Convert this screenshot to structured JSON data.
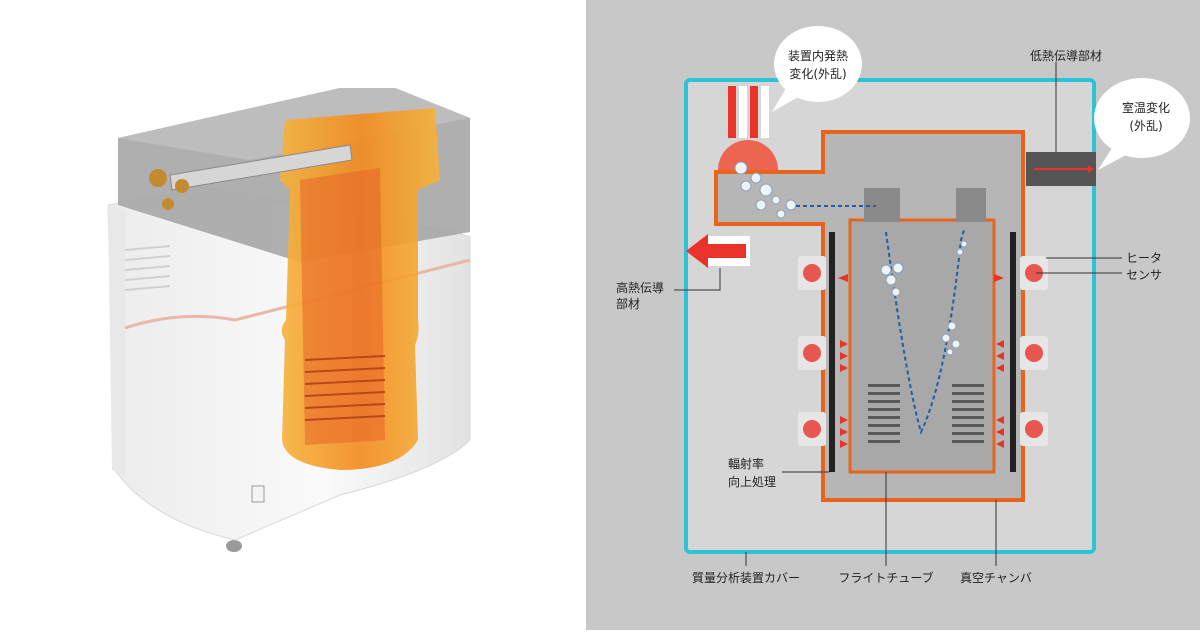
{
  "labels": {
    "internal_heat_1": "装置内発熱",
    "internal_heat_2": "変化(外乱)",
    "low_conduction": "低熱伝導部材",
    "room_temp_1": "室温変化",
    "room_temp_2": "(外乱)",
    "heater": "ヒータ",
    "sensor": "センサ",
    "high_conduction_1": "高熱伝導",
    "high_conduction_2": "部材",
    "emissivity_1": "輻射率",
    "emissivity_2": "向上処理",
    "cover": "質量分析装置カバー",
    "flight_tube": "フライトチューブ",
    "vacuum_chamber": "真空チャンバ"
  },
  "colors": {
    "cover_outline": "#2cc3d6",
    "chamber_outline": "#e8641c",
    "background": "#c8c8c8",
    "interior": "#d8d8d8",
    "heat_red": "#e8322a"
  }
}
